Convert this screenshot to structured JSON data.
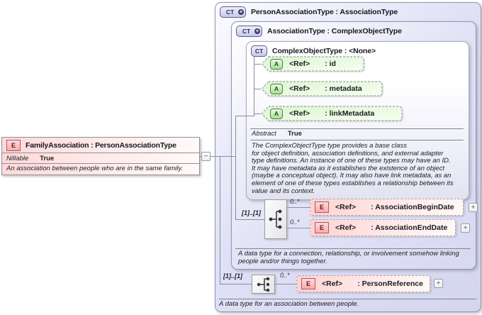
{
  "icons": {
    "ct": "CT",
    "a": "A",
    "e": "E",
    "plus": "+",
    "minus": "−"
  },
  "family_association": {
    "title": "FamilyAssociation : PersonAssociationType",
    "property_label": "Nillable",
    "property_value": "True",
    "description": "An association between people who are in the same family."
  },
  "person_association_type": {
    "title": "PersonAssociationType : AssociationType",
    "sequence_cardinality": "[1]..[1]",
    "child_cardinality": "0..*",
    "child_ref": "<Ref>",
    "child_name": ": PersonReference",
    "description": "A data type for an association between people."
  },
  "association_type": {
    "title": "AssociationType : ComplexObjectType",
    "sequence_cardinality": "[1]..[1]",
    "children": [
      {
        "cardinality": "0..*",
        "ref": "<Ref>",
        "name": ": AssociationBeginDate"
      },
      {
        "cardinality": "0..*",
        "ref": "<Ref>",
        "name": ": AssociationEndDate"
      }
    ],
    "description": [
      "A data type for a connection, relationship, or involvement somehow linking",
      "people and/or things together."
    ]
  },
  "complex_object_type": {
    "title": "ComplexObjectType : <None>",
    "attributes": [
      {
        "ref": "<Ref>",
        "name": ": id"
      },
      {
        "ref": "<Ref>",
        "name": ": metadata"
      },
      {
        "ref": "<Ref>",
        "name": ": linkMetadata"
      }
    ],
    "property_label": "Abstract",
    "property_value": "True",
    "description": [
      "The ComplexObjectType type provides a base class",
      "for object definition, association definitions, and external adapter",
      "type definitions. An instance of one of these types may have an ID.",
      "It may have metadata as it establishes the existence of an object",
      "(maybe a conceptual object). It may also have link metadata, as an",
      "element of one of these types establishes a relationship between its",
      "value and its context."
    ]
  }
}
